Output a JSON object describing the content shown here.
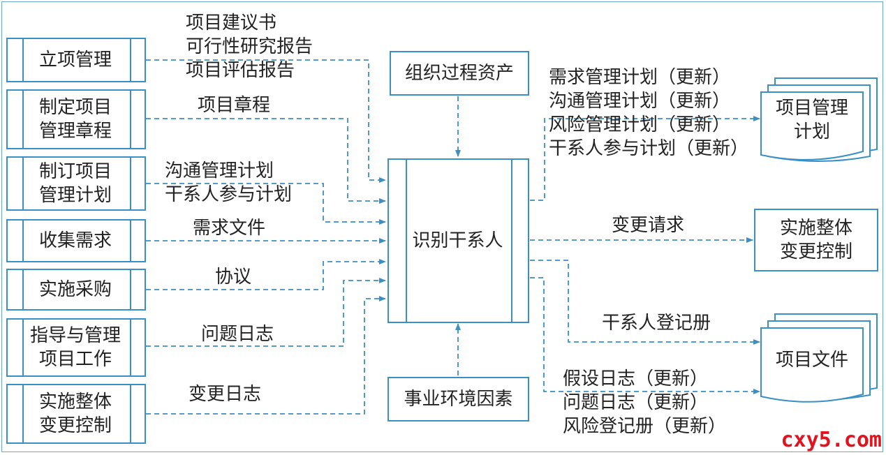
{
  "inputs": [
    {
      "process": "立项管理",
      "labels": [
        "项目建议书",
        "可行性研究报告",
        "项目评估报告"
      ]
    },
    {
      "process": "制定项目\n管理章程",
      "labels": [
        "项目章程"
      ]
    },
    {
      "process": "制订项目\n管理计划",
      "labels": [
        "沟通管理计划",
        "干系人参与计划"
      ]
    },
    {
      "process": "收集需求",
      "labels": [
        "需求文件"
      ]
    },
    {
      "process": "实施采购",
      "labels": [
        "协议"
      ]
    },
    {
      "process": "指导与管理\n项目工作",
      "labels": [
        "问题日志"
      ]
    },
    {
      "process": "实施整体\n变更控制",
      "labels": [
        "变更日志"
      ]
    }
  ],
  "center": {
    "label": "识别干系人"
  },
  "top_input": {
    "label": "组织过程资产"
  },
  "bottom_input": {
    "label": "事业环境因素"
  },
  "outputs": {
    "plan_updates": [
      "需求管理计划（更新）",
      "沟通管理计划（更新）",
      "风险管理计划（更新）",
      "干系人参与计划（更新）"
    ],
    "project_management_plan": "项目管理\n计划",
    "change_request": "变更请求",
    "integrated_change_control": "实施整体\n变更控制",
    "stakeholder_register": "干系人登记册",
    "document_updates": [
      "假设日志（更新）",
      "问题日志（更新）",
      "风险登记册（更新）"
    ],
    "project_documents": "项目文件"
  },
  "watermark": "cxy5.com",
  "colors": {
    "line": "#3a8fc4",
    "watermark": "#e0141e"
  }
}
